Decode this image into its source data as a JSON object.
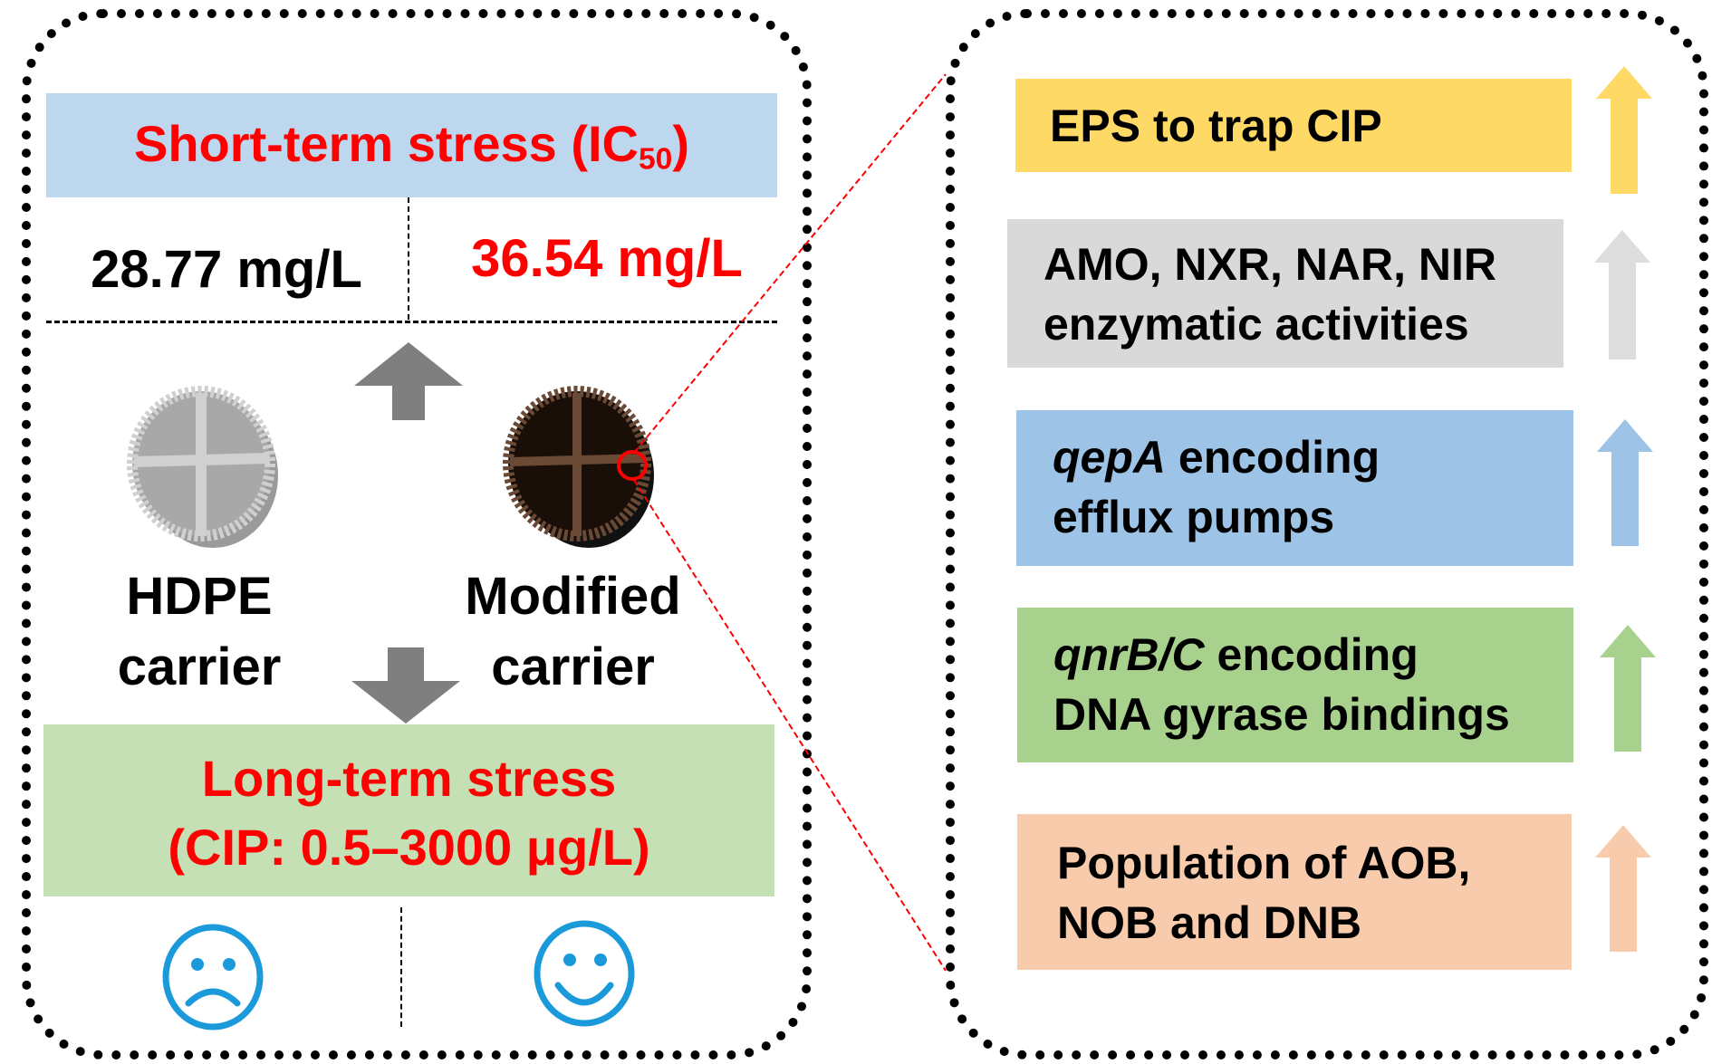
{
  "left_panel": {
    "short_term": {
      "title": "Short-term stress (IC",
      "subscript": "50",
      "close": ")"
    },
    "hdpe_ic50": "28.77 mg/L",
    "modified_ic50": "36.54 mg/L",
    "hdpe_label": [
      "HDPE",
      "carrier"
    ],
    "modified_label": [
      "Modified",
      "carrier"
    ],
    "long_term": {
      "line1": "Long-term stress",
      "line2": "(CIP: 0.5–3000 μg/L)"
    },
    "hdpe_outcome_icon": "sad-face-icon",
    "modified_outcome_icon": "happy-face-icon"
  },
  "right_panel": {
    "items": [
      {
        "italic": "",
        "lines": [
          "EPS to trap CIP"
        ],
        "color": "#FFD966",
        "arrow_color": "#FFD966"
      },
      {
        "italic": "",
        "lines": [
          "AMO, NXR, NAR, NIR",
          "enzymatic activities"
        ],
        "color": "#D9D9D9",
        "arrow_color": "#DDDDDD"
      },
      {
        "italic": "qepA",
        "lines": [
          " encoding",
          "efflux pumps"
        ],
        "color": "#9DC3E6",
        "arrow_color": "#9DC3E6"
      },
      {
        "italic": "qnrB/C",
        "lines": [
          " encoding",
          "DNA gyrase bindings"
        ],
        "color": "#A9D18E",
        "arrow_color": "#A9D18E"
      },
      {
        "italic": "",
        "lines": [
          "Population of AOB,",
          "NOB and DNB"
        ],
        "color": "#F8CBAD",
        "arrow_color": "#F8CBAD"
      }
    ]
  },
  "colors": {
    "accent_red": "#FF0000",
    "short_term_bg": "#BDD7EE",
    "long_term_bg": "#C5E0B4",
    "arrow_gray": "#7F7F7F",
    "face_blue": "#1B9ADB"
  }
}
